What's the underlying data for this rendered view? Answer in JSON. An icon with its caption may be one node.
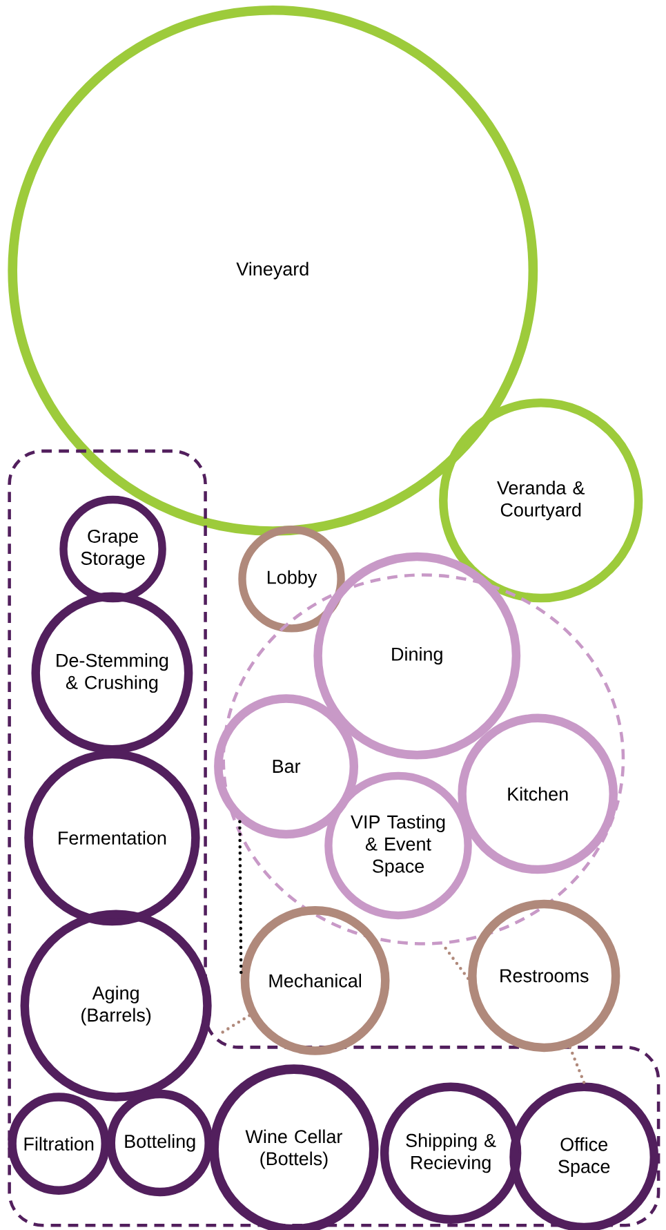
{
  "diagram": {
    "nodes": [
      {
        "text": [
          "Vineyard"
        ]
      },
      {
        "text": [
          "Veranda & Courtyard"
        ]
      },
      {
        "text": [],
        "shape": "box"
      },
      {
        "text": [
          "Grape Storage"
        ],
        "in": 2
      },
      {
        "text": [
          "De-Stemming & Crushing"
        ],
        "in": 2
      },
      {
        "text": [
          "Fermentation"
        ],
        "in": 2
      },
      {
        "text": [
          "Aging (Barrels)"
        ],
        "in": 2
      },
      {
        "text": [
          "Lobby"
        ]
      },
      {
        "text": [],
        "shape": "circle"
      },
      {
        "text": [
          "Dining"
        ]
      },
      {
        "text": [
          "Bar"
        ],
        "in": 8
      },
      {
        "text": [
          "Kitchen"
        ],
        "in": 8
      },
      {
        "text": [
          "VIP Tasting & Event Space"
        ],
        "in": 8
      },
      {
        "text": [
          "Mechanical"
        ]
      },
      {
        "text": [
          "Restrooms"
        ]
      },
      {
        "text": [
          "Filtration"
        ],
        "in": 2
      },
      {
        "text": [
          "Botteling"
        ],
        "in": 2
      },
      {
        "text": [
          "Wine Cellar (Bottels)"
        ],
        "in": 2
      },
      {
        "text": [
          "Shipping & Recieving"
        ],
        "in": 2
      },
      {
        "text": [
          "Office Space"
        ],
        "in": 2
      }
    ],
    "edges": [
      {
        "from": 10,
        "to": 13,
        "arrow": "none",
        "color": "#000000"
      },
      {
        "from": 13,
        "to": 2,
        "arrow": "none"
      },
      {
        "from": 14,
        "to": 8,
        "arrow": "none"
      },
      {
        "from": 14,
        "to": 19,
        "arrow": "none"
      }
    ]
  }
}
